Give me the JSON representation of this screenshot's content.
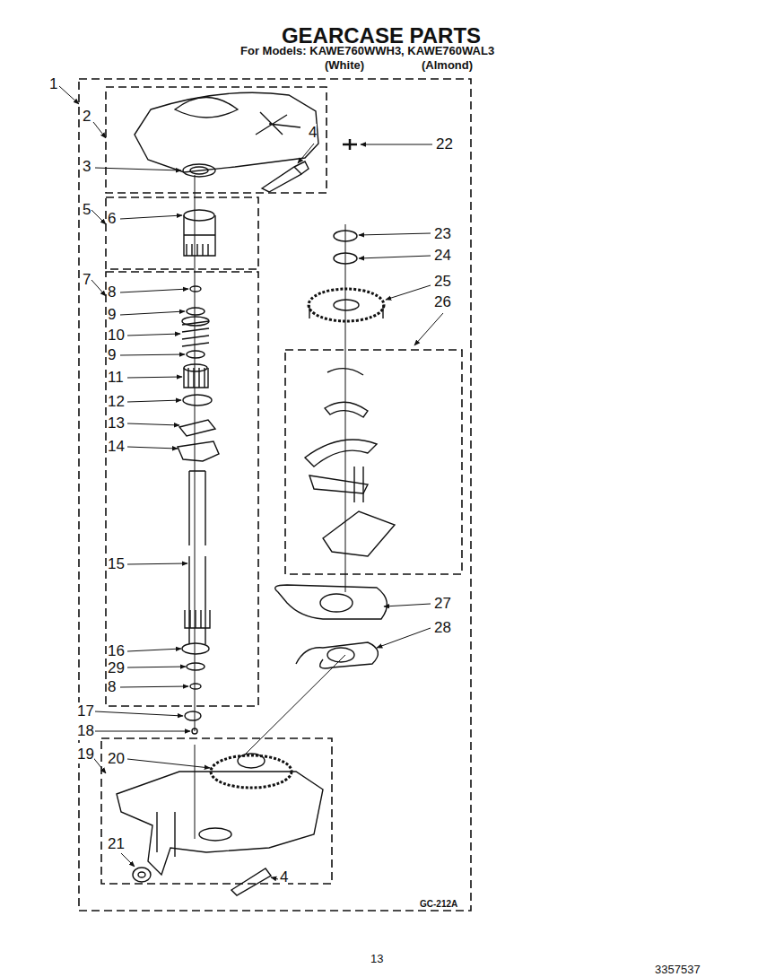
{
  "diagram": {
    "title": "GEARCASE PARTS",
    "labels": [
      "For Models: KAWE760WWH3, KAWE760WAL3",
      "(White)",
      "(Almond)",
      "1",
      "2",
      "3",
      "4",
      "22",
      "5",
      "6",
      "23",
      "24",
      "7",
      "8",
      "25",
      "9",
      "26",
      "10",
      "9",
      "11",
      "12",
      "13",
      "14",
      "15",
      "16",
      "29",
      "8",
      "27",
      "28",
      "17",
      "18",
      "19",
      "20",
      "21",
      "4",
      "GC-212A",
      "13",
      "3357537"
    ]
  }
}
